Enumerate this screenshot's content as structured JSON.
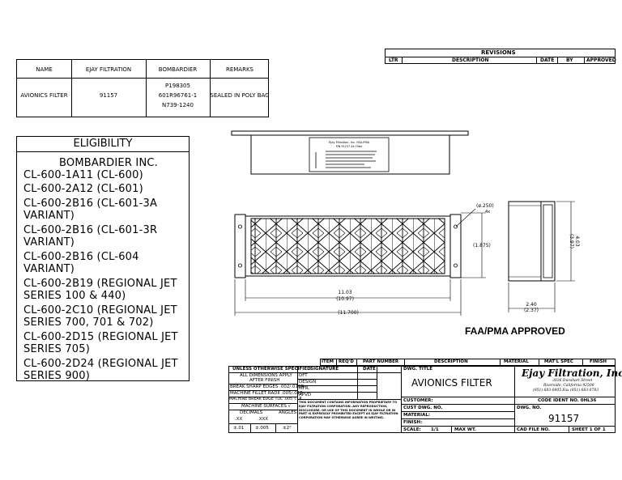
{
  "parts_table": {
    "headers": [
      "NAME",
      "EJAY FILTRATION",
      "BOMBARDIER",
      "REMARKS"
    ],
    "row": {
      "name": "AVIONICS FILTER",
      "ejay": "91157",
      "bombardier": [
        "P198305",
        "601R96761-1",
        "N739-1240"
      ],
      "remarks": "SEALED IN POLY BAG"
    }
  },
  "eligibility": {
    "title": "ELIGIBILITY",
    "lines": [
      "BOMBARDIER INC.",
      "CL-600-1A11 (CL-600)",
      "CL-600-2A12 (CL-601)",
      "CL-600-2B16 (CL-601-3A",
      "VARIANT)",
      "CL-600-2B16 (CL-601-3R",
      "VARIANT)",
      "CL-600-2B16 (CL-604",
      "VARIANT)",
      "CL-600-2B19 (REGIONAL JET",
      "SERIES 100 & 440)",
      "CL-600-2C10 (REGIONAL JET",
      "SERIES 700, 701 & 702)",
      "CL-600-2D15 (REGIONAL JET",
      "SERIES 705)",
      "CL-600-2D24 (REGIONAL JET",
      "SERIES 900)"
    ]
  },
  "revisions": {
    "title": "REVISIONS",
    "headers": [
      "LTR",
      "DESCRIPTION",
      "DATE",
      "BY",
      "APPROVED"
    ]
  },
  "drawing": {
    "label_line1": "Ejay Filtration, Inc.   FAA-PMA",
    "label_line2": "P/N 91157 Air Filter",
    "dims": {
      "hole": "(ø.250)",
      "hole_qty": "4x",
      "height_inner": "(1.875)",
      "length_inner_top": "11.03",
      "length_inner_bot": "(10.97)",
      "length_outer": "(11.700)",
      "side_height_top": "4.03",
      "side_height_bot": "(3.97)",
      "side_width_top": "2.40",
      "side_width_bot": "(2.37)"
    },
    "faa": "FAA/PMA APPROVED"
  },
  "title_block": {
    "col_headers": [
      "ITEM",
      "REQ'D",
      "PART NUMBER",
      "DESCRIPTION",
      "MATERIAL",
      "MAT'L SPEC",
      "FINISH"
    ],
    "unless": "UNLESS OTHERWISE SPECIFIED",
    "signature": "SIGNATURE",
    "date": "DATE",
    "left_rows": [
      "ALL DIMENSIONS APPLY",
      "AFTER FINISH",
      "BREAK SHARP EDGES .002/.010R",
      "MACHINE FILLET RADII .005/.015",
      "MACHINE BREAK EDGE TOL .005 T.I.R.",
      "MACHINE SURFACES    √"
    ],
    "decimals": "DECIMALS",
    "angles": "ANGLES",
    "xx": ".XX",
    "xxx": ".XXX",
    "tol_xx": "±.01",
    "tol_xxx": "±.005",
    "tol_ang": "±2°",
    "sig_rows": [
      "DFT",
      "DESIGN",
      "MFR.",
      "APVD"
    ],
    "notice": "THIS DOCUMENT CONTAINS INFORMATION PROPRIETARY TO EJAY FILTRATION CORPORATION. ANY REPRODUCTION, DISCLOSURE, OR USE OF THIS DOCUMENT IN WHOLE OR IN PART IS EXPRESSLY PROHIBITED EXCEPT AS EJAY FILTRATION CORPORATION MAY OTHERWISE AGREE IN WRITING.",
    "dwg_title_label": "DWG. TITLE",
    "dwg_title": "AVIONICS FILTER",
    "company": "Ejay Filtration, Inc.",
    "address1": "3036 Durahart Street",
    "address2": "Riverside, California 92508",
    "phone": "(951) 683-0805  Fax (951) 683-0783",
    "customer": "CUSTOMER:",
    "cust_dwg": "CUST DWG. NO.",
    "material": "MATERIAL:",
    "finish": "FINISH:",
    "code_ident": "CODE IDENT NO. 0HL36",
    "dwg_no_label": "DWG. NO.",
    "dwg_no": "91157",
    "scale": "SCALE:",
    "scale_val": "1/1",
    "max_wt": "MAX WT.",
    "cad": "CAD FILE NO.",
    "sheet": "SHEET 1 OF 1"
  }
}
